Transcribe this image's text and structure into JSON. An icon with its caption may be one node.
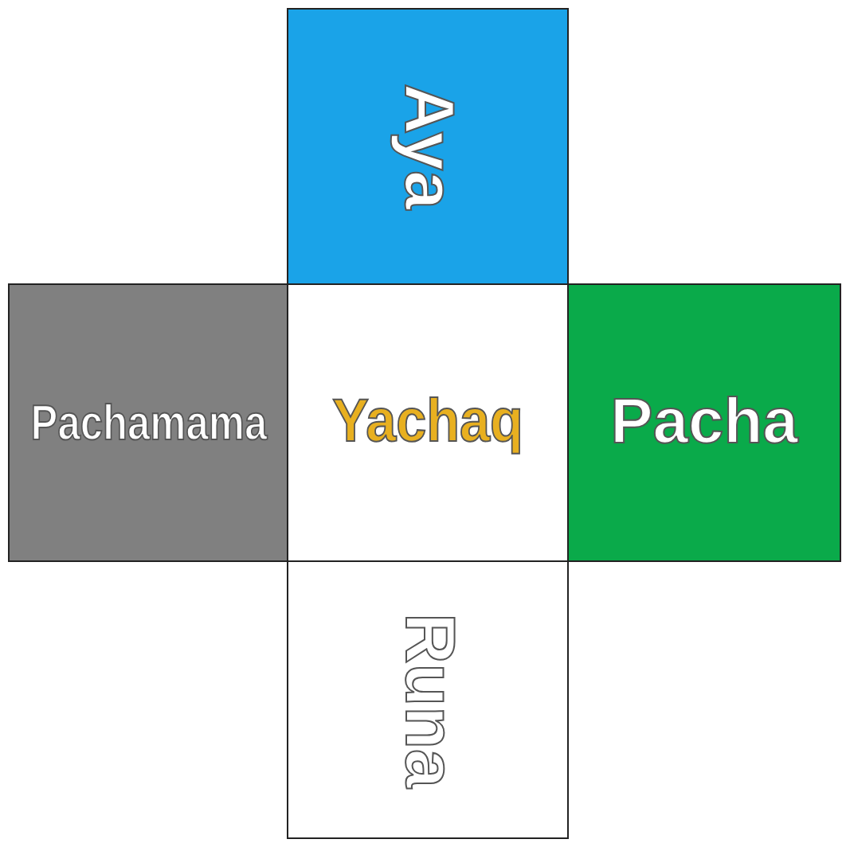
{
  "diagram": {
    "nodes": [
      {
        "text": [
          "Aya"
        ]
      },
      {
        "text": [
          "Pachamama"
        ]
      },
      {
        "text": [
          "Yachaq"
        ]
      },
      {
        "text": [
          "Pacha"
        ]
      },
      {
        "text": [
          "Runa"
        ]
      }
    ]
  }
}
